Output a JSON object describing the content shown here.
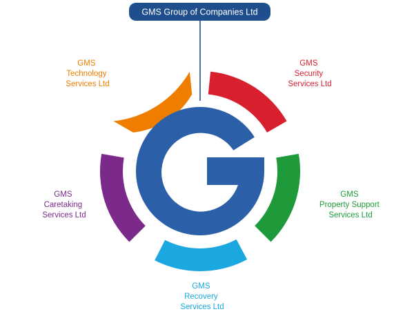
{
  "header": {
    "title": "GMS Group of Companies Ltd",
    "color": "#1f4e8c"
  },
  "logo": {
    "letter_icon": "g-logo-icon",
    "color": "#2b5fa8"
  },
  "segments": [
    {
      "id": "technology",
      "lines": [
        "GMS",
        "Technology",
        "Services Ltd"
      ],
      "color": "#ee7d00"
    },
    {
      "id": "security",
      "lines": [
        "GMS",
        "Security",
        "Services Ltd"
      ],
      "color": "#d71f2d"
    },
    {
      "id": "property-support",
      "lines": [
        "GMS",
        "Property Support",
        "Services Ltd"
      ],
      "color": "#1e9a3b"
    },
    {
      "id": "recovery",
      "lines": [
        "GMS",
        "Recovery",
        "Services Ltd"
      ],
      "color": "#1ba8e0"
    },
    {
      "id": "caretaking",
      "lines": [
        "GMS",
        "Caretaking",
        "Services Ltd"
      ],
      "color": "#7b2a8c"
    }
  ]
}
